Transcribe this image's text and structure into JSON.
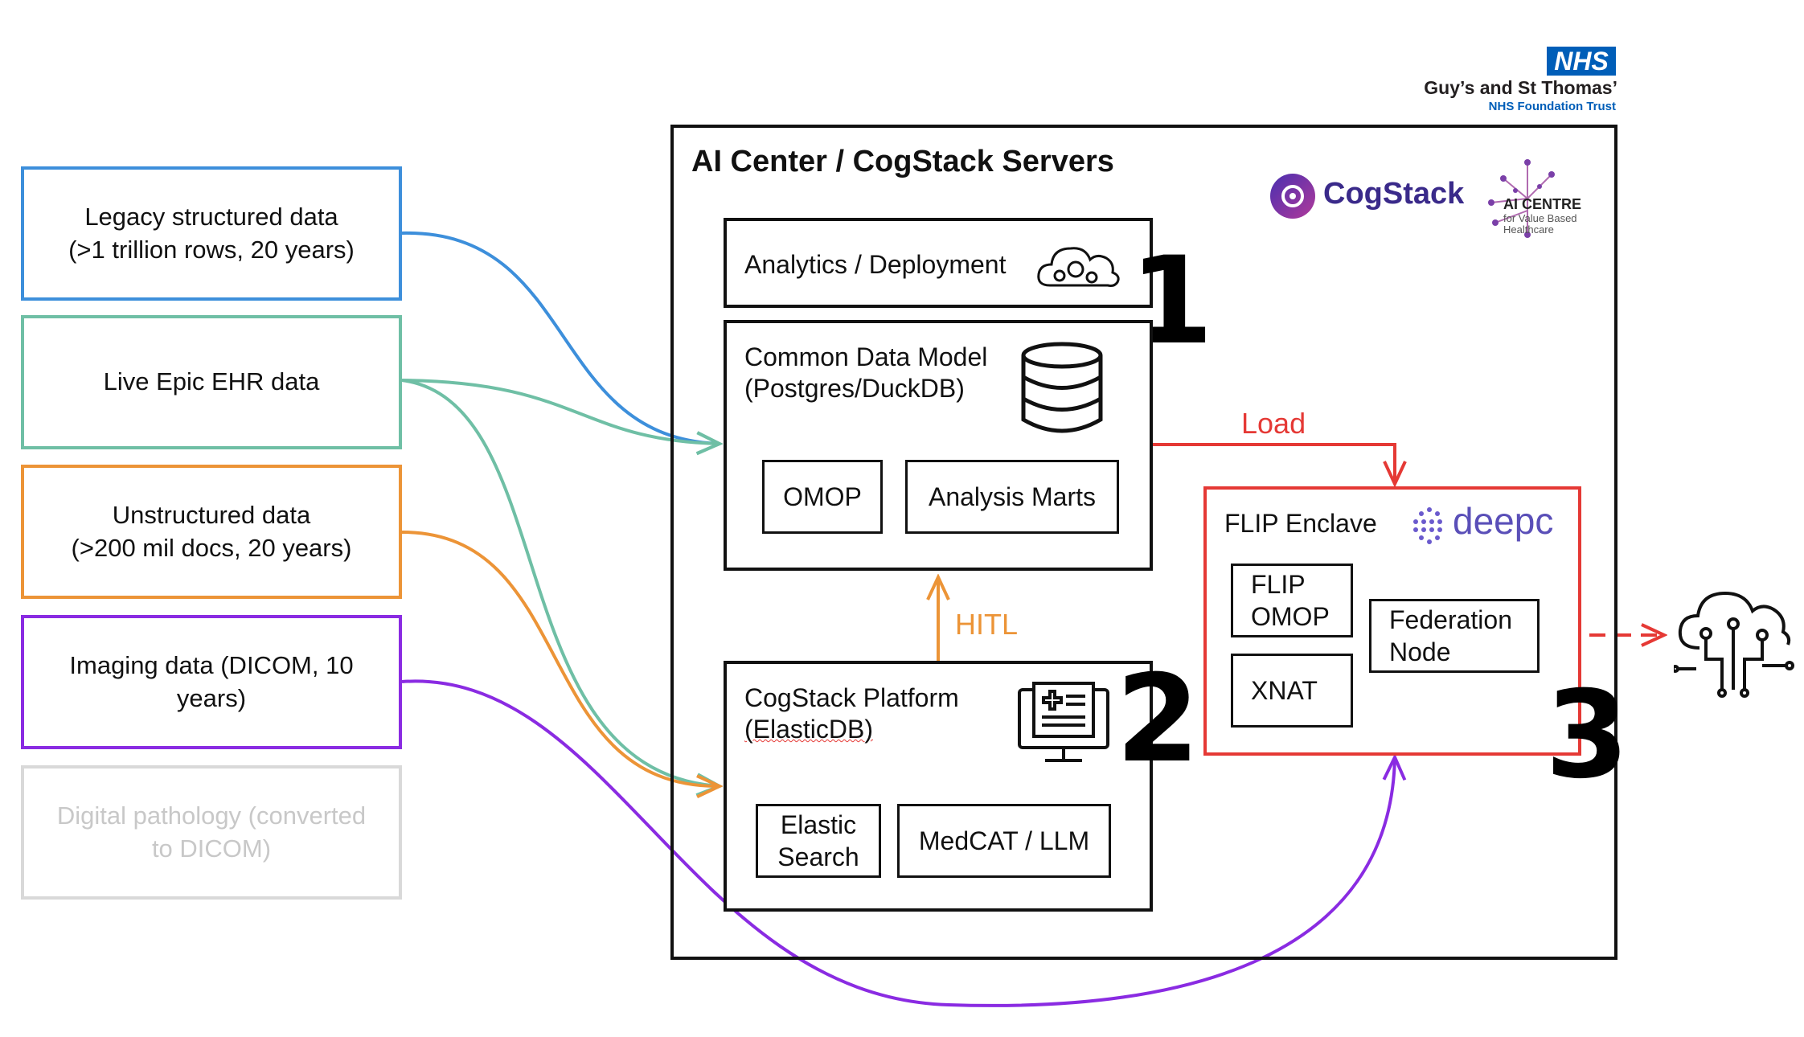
{
  "colors": {
    "legacy": "#3d8fdb",
    "epic": "#6fbfa5",
    "unstructured": "#ec9437",
    "imaging": "#8a2be2",
    "pathology": "#d9d9d9",
    "load": "#e53935",
    "hitl": "#ec9437"
  },
  "logo": {
    "nhs_badge": "NHS",
    "trust_name": "Guy’s and St Thomas’",
    "trust_sub": "NHS Foundation Trust",
    "cogstack": "CogStack",
    "ai_centre_title": "AI CENTRE",
    "ai_centre_sub1": "for Value Based",
    "ai_centre_sub2": "Healthcare",
    "deepc": "deepc"
  },
  "sources": [
    {
      "line1": "Legacy structured data",
      "line2": "(>1 trillion rows, 20 years)"
    },
    {
      "line1": "Live Epic EHR data",
      "line2": ""
    },
    {
      "line1": "Unstructured data",
      "line2": "(>200 mil docs, 20 years)"
    },
    {
      "line1": "Imaging data (DICOM, 10",
      "line2": "years)"
    },
    {
      "line1": "Digital pathology (converted",
      "line2": "to DICOM)"
    }
  ],
  "server": {
    "title": "AI Center / CogStack Servers",
    "analytics": "Analytics / Deployment",
    "cdm_line1": "Common Data Model",
    "cdm_line2": "(Postgres/DuckDB)",
    "omop": "OMOP",
    "marts": "Analysis Marts",
    "platform_line1": "CogStack Platform",
    "platform_line2": "(ElasticDB)",
    "elastic_line1": "Elastic",
    "elastic_line2": "Search",
    "medcat": "MedCAT / LLM",
    "num1": "1",
    "num2": "2",
    "num3": "3"
  },
  "enclave": {
    "title": "FLIP Enclave",
    "flip_omop_line1": "FLIP",
    "flip_omop_line2": "OMOP",
    "xnat": "XNAT",
    "fed_line1": "Federation",
    "fed_line2": "Node"
  },
  "arrows": {
    "load": "Load",
    "hitl": "HITL"
  }
}
